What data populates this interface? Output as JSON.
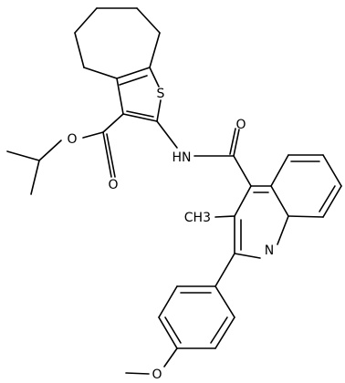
{
  "diagram": {
    "type": "chemical-structure",
    "colors": {
      "bond": "#000000",
      "background": "#ffffff"
    },
    "atom_labels": {
      "sulfur": "S",
      "ester_oxygen_single": "O",
      "ester_oxygen_double": "O",
      "amide_nh": "HN",
      "amide_oxygen": "O",
      "methyl": "CH3",
      "quinoline_nitrogen": "N",
      "methoxy_oxygen": "O"
    }
  }
}
